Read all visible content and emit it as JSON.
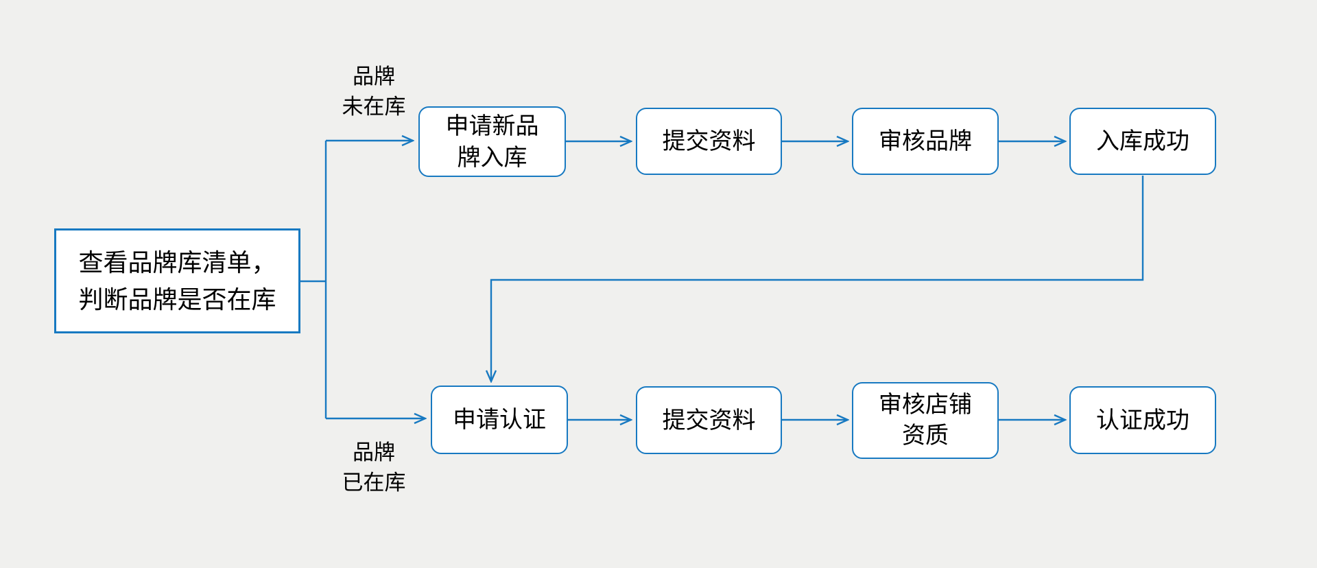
{
  "canvas": {
    "background": "#f0f0ee"
  },
  "colors": {
    "line": "#1779c1",
    "node_fill": "#ffffff",
    "text": "#000000"
  },
  "diagram": {
    "type": "flowchart",
    "nodes": [
      {
        "id": "check-brand-library",
        "label": "查看品牌库清单，判断品牌是否在库",
        "lines": [
          "查看品牌库清单，",
          "判断品牌是否在库"
        ]
      },
      {
        "id": "apply-new-brand",
        "label": "申请新品牌入库",
        "lines": [
          "申请新品",
          "牌入库"
        ]
      },
      {
        "id": "submit-materials-top",
        "label": "提交资料"
      },
      {
        "id": "review-brand",
        "label": "审核品牌"
      },
      {
        "id": "storage-success",
        "label": "入库成功"
      },
      {
        "id": "apply-certification",
        "label": "申请认证"
      },
      {
        "id": "submit-materials-bottom",
        "label": "提交资料"
      },
      {
        "id": "review-shop-qualification",
        "label": "审核店铺资质",
        "lines": [
          "审核店铺",
          "资质"
        ]
      },
      {
        "id": "certification-success",
        "label": "认证成功"
      }
    ],
    "branch_labels": [
      {
        "id": "brand-not-in-library",
        "label": "品牌未在库",
        "lines": [
          "品牌",
          "未在库"
        ]
      },
      {
        "id": "brand-in-library",
        "label": "品牌已在库",
        "lines": [
          "品牌",
          "已在库"
        ]
      }
    ],
    "edges": [
      {
        "from": "check-brand-library",
        "to": "apply-new-brand",
        "condition": "品牌未在库"
      },
      {
        "from": "apply-new-brand",
        "to": "submit-materials-top"
      },
      {
        "from": "submit-materials-top",
        "to": "review-brand"
      },
      {
        "from": "review-brand",
        "to": "storage-success"
      },
      {
        "from": "storage-success",
        "to": "apply-certification"
      },
      {
        "from": "check-brand-library",
        "to": "apply-certification",
        "condition": "品牌已在库"
      },
      {
        "from": "apply-certification",
        "to": "submit-materials-bottom"
      },
      {
        "from": "submit-materials-bottom",
        "to": "review-shop-qualification"
      },
      {
        "from": "review-shop-qualification",
        "to": "certification-success"
      }
    ]
  }
}
